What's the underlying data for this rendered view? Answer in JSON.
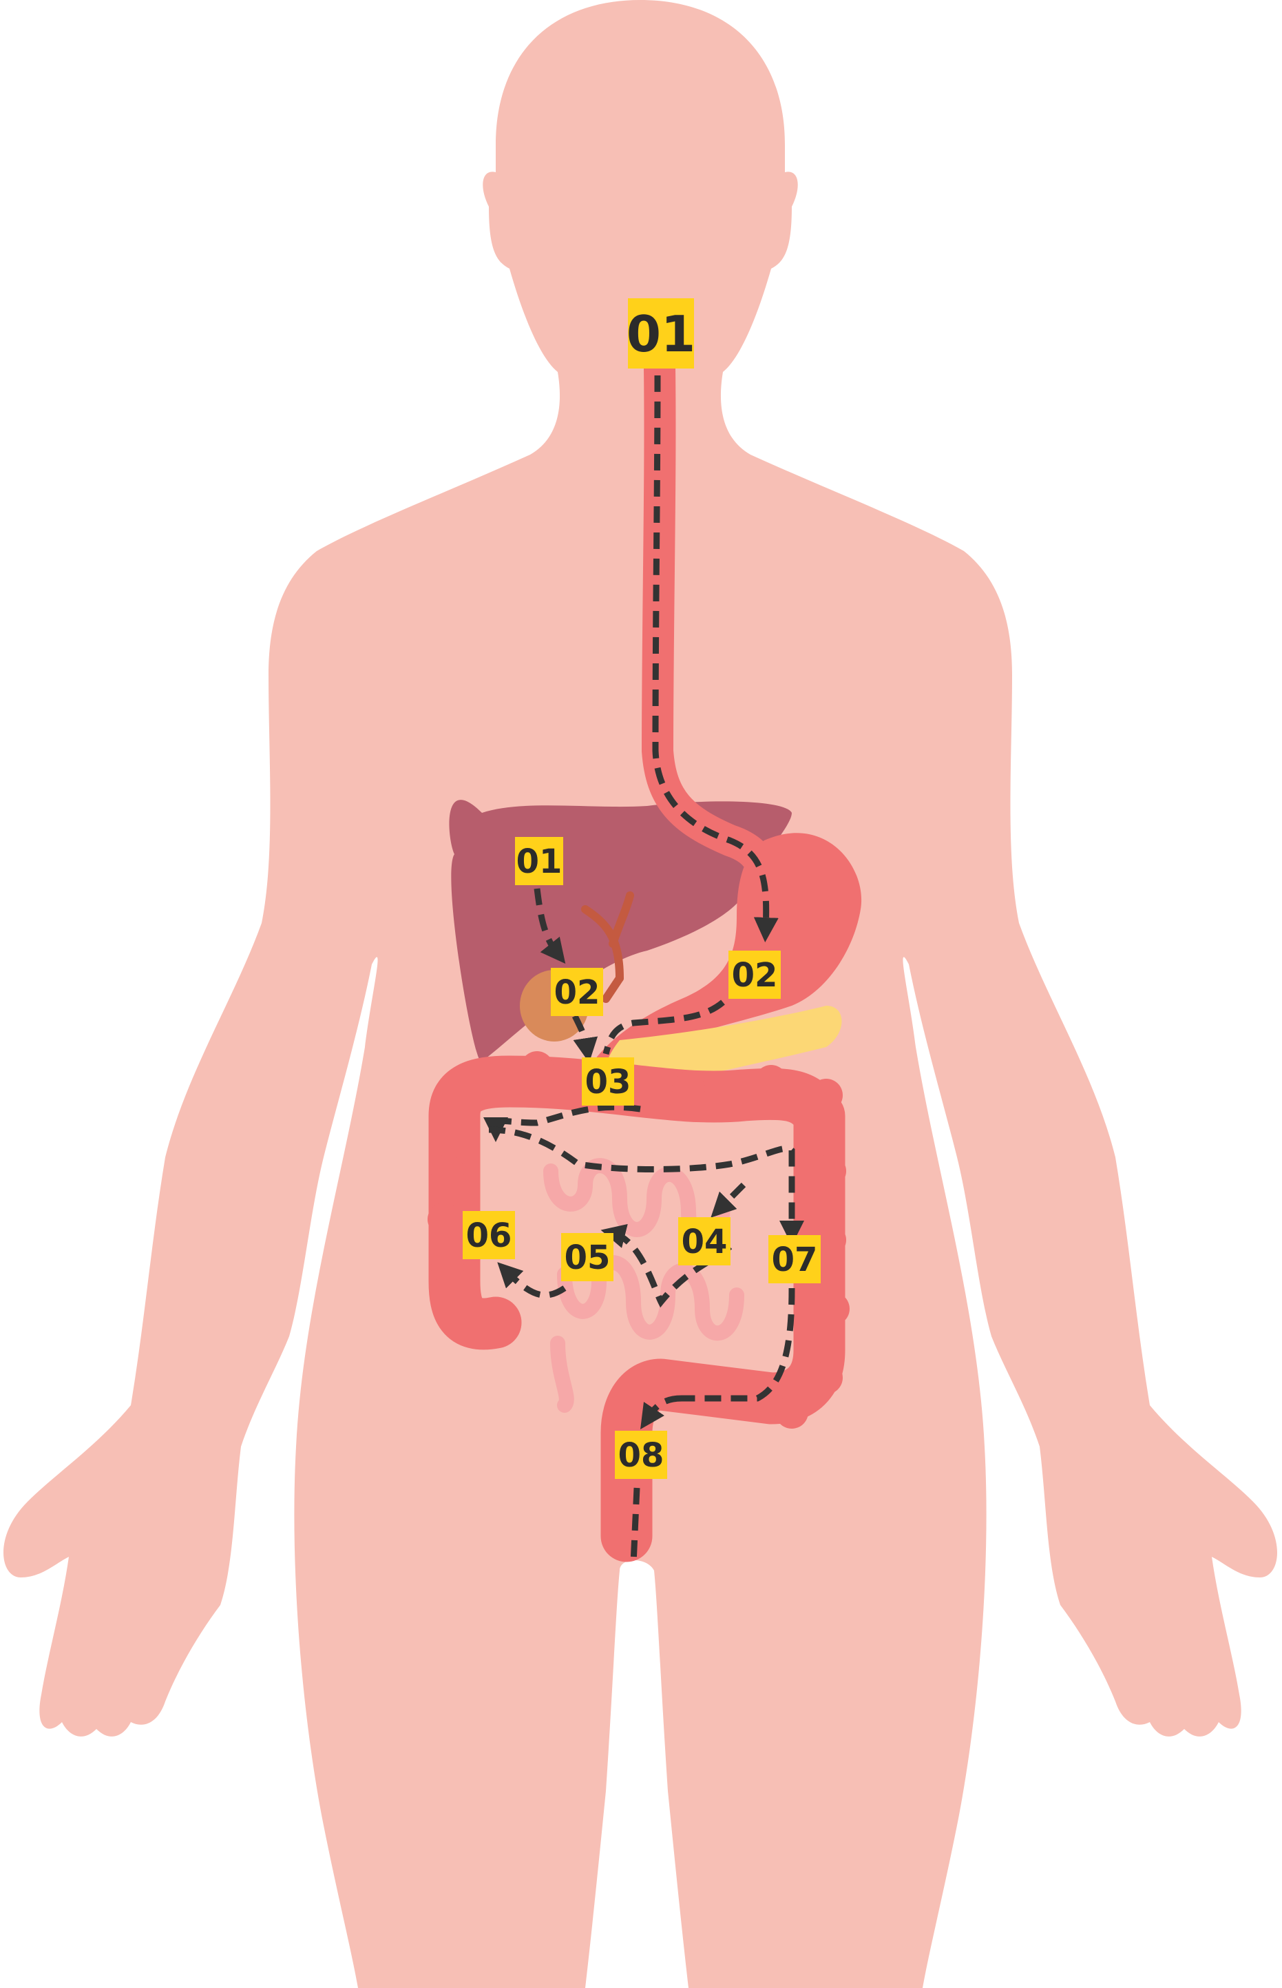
{
  "diagram": {
    "labels": {
      "mouth": "01",
      "liver": "01",
      "gallbladder": "02",
      "stomach": "02",
      "duodenum": "03",
      "small_intestine": "04",
      "ileum": "05",
      "ascending_colon": "06",
      "descending_colon": "07",
      "rectum": "08"
    }
  },
  "colors": {
    "body": "#F7BFB5",
    "tract": "#F07070",
    "liver": "#B35768",
    "pancreas": "#FCD775",
    "gallbladder": "#D98A5A",
    "small_intestine": "#F6A8A8",
    "label_bg": "#FFD11A",
    "arrow": "#333333"
  }
}
